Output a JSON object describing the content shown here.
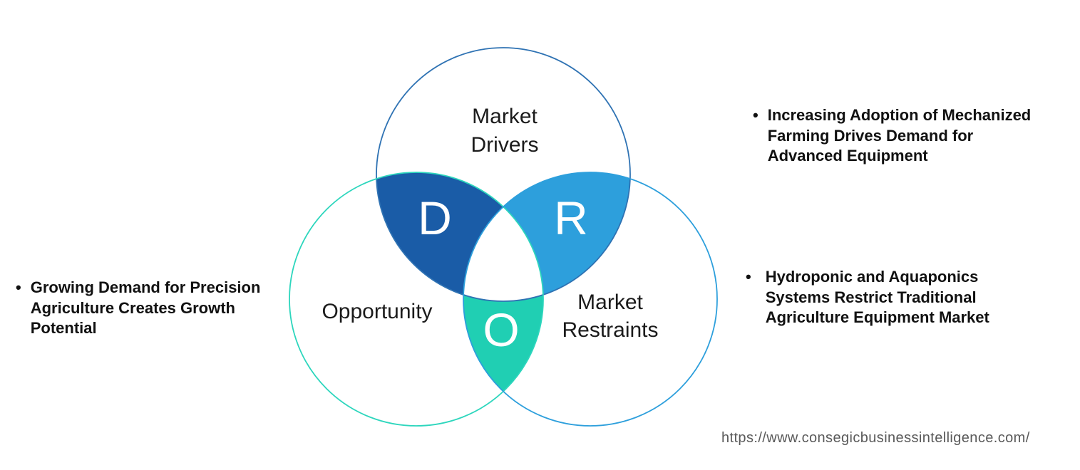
{
  "colors": {
    "drivers_lens_fill": "#1a5ca7",
    "restraints_lens_fill": "#2d9fdc",
    "opportunity_lens_fill": "#20cfb3",
    "drivers_stroke": "#2e72b3",
    "opportunity_stroke": "#2dd6bd",
    "restraints_stroke": "#2d9fdc",
    "center_fill": "#ffffff",
    "letter_color": "#ffffff",
    "label_color": "#1b1b1b"
  },
  "venn": {
    "drivers": {
      "label_line1": "Market",
      "label_line2": "Drivers",
      "letter": "D"
    },
    "opportunity": {
      "label": "Opportunity",
      "letter": "O"
    },
    "restraints": {
      "label_line1": "Market",
      "label_line2": "Restraints",
      "letter": "R"
    }
  },
  "bullets": {
    "marker": "•",
    "opportunity_note": {
      "lines": [
        "Growing Demand for Precision",
        "Agriculture Creates Growth",
        "Potential"
      ]
    },
    "driver_note": {
      "lines": [
        "Increasing Adoption of Mechanized",
        "Farming Drives Demand for",
        "Advanced Equipment"
      ]
    },
    "restraint_note": {
      "lines": [
        "Hydroponic and Aquaponics",
        "Systems Restrict Traditional",
        "Agriculture Equipment Market"
      ]
    }
  },
  "footer": {
    "url": "https://www.consegicbusinessintelligence.com/"
  }
}
